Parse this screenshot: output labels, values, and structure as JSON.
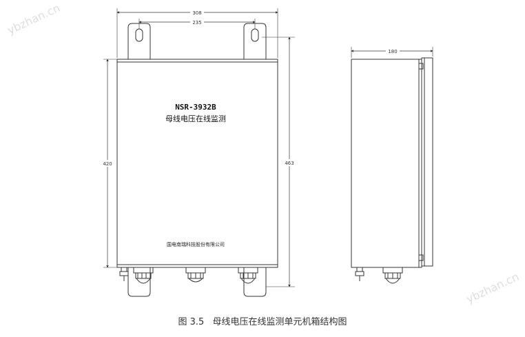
{
  "diagram": {
    "front_view": {
      "model": "NSR-3932B",
      "product_name": "母线电压在线监测",
      "company": "国电南瑞科技股份有限公司",
      "dim_total_width": "308",
      "dim_hole_spacing": "235",
      "dim_body_height": "420",
      "dim_total_height": "463"
    },
    "side_view": {
      "dim_depth": "180"
    },
    "watermark": "ybzhan.cn"
  },
  "caption": {
    "number": "图 3.5",
    "title": "母线电压在线监测单元机箱结构图"
  },
  "colors": {
    "line": "#333333",
    "background": "#ffffff"
  }
}
